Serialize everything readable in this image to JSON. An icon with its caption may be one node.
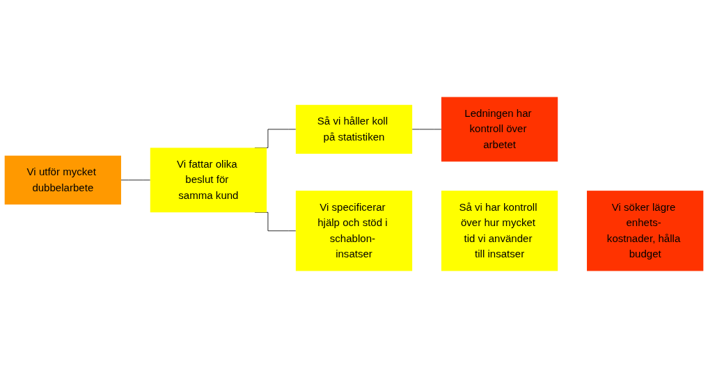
{
  "diagram": {
    "nodes": [
      {
        "text": [
          "Vi utför mycket dubbelarbete"
        ]
      },
      {
        "text": [
          "Vi fattar olika beslut för samma kund"
        ]
      },
      {
        "text": [
          "Så vi håller koll på statistiken"
        ]
      },
      {
        "text": [
          "Ledningen har kontroll över arbetet"
        ]
      },
      {
        "text": [
          "Vi specificerar hjälp och stöd i schablon- insatser"
        ]
      },
      {
        "text": [
          "Så vi har kontroll över hur mycket tid vi använder till insatser"
        ]
      },
      {
        "text": [
          "Vi söker lägre enhets- kostnader, hålla budget"
        ]
      }
    ],
    "edges": [
      {
        "from": 0,
        "to": 1,
        "arrow": "none"
      },
      {
        "from": 1,
        "to": 2,
        "arrow": "none"
      },
      {
        "from": 2,
        "to": 3,
        "arrow": "none"
      },
      {
        "from": 1,
        "to": 4,
        "arrow": "none"
      }
    ]
  }
}
